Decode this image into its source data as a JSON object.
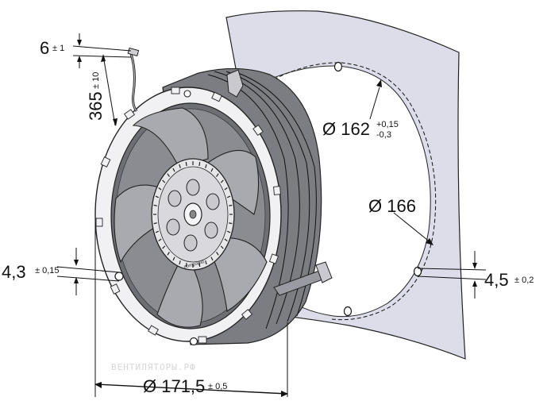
{
  "dimensions": {
    "cable_offset": {
      "value": "6",
      "tolerance": "± 1"
    },
    "cable_length": {
      "value": "365",
      "tolerance": "± 10"
    },
    "cutout_diameter": {
      "value": "Ø 162",
      "tol_upper": "+0,15",
      "tol_lower": "-0,3"
    },
    "bolt_circle": {
      "value": "Ø 166"
    },
    "hole_left": {
      "value": "4,3",
      "tolerance": "± 0,15"
    },
    "hole_right": {
      "value": "4,5",
      "tolerance": "± 0,2"
    },
    "housing_diameter": {
      "value": "Ø 171,5",
      "tolerance": "± 0,5"
    }
  },
  "hub_label": {
    "text": "ebmpapst"
  },
  "watermark": {
    "text": "ВЕНТИЛЯТОРЫ.РФ"
  },
  "colors": {
    "panel": "#dcdde8",
    "fan_body": "#7c7d83",
    "fan_dark": "#55565c",
    "blade": "#a9aab0",
    "ring": "#f1f1f3",
    "hub": "#e7e7ea"
  }
}
